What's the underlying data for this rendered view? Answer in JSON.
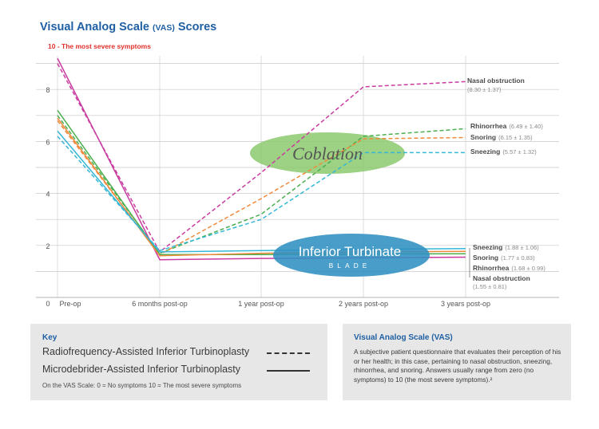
{
  "title_main": "Visual Analog Scale",
  "title_abbr": "(VAS)",
  "title_end": "Scores",
  "subtitle": "10 - The most severe symptoms",
  "colors": {
    "title": "#1f5fa3",
    "subtitle": "#e0302a",
    "nasal_obstruction": "#c93ba0",
    "rhinorrhea": "#4caf50",
    "snoring": "#f08a3c",
    "sneezing": "#36b7d6",
    "coblation_ellipse": "#8cc96d",
    "turbinate_ellipse": "#2f8fc2"
  },
  "chart_data": {
    "type": "line",
    "categories": [
      "Pre-op",
      "6 months post-op",
      "1 year post-op",
      "2 years post-op",
      "3 years post-op"
    ],
    "yticks": [
      "0",
      "2",
      "4",
      "6",
      "8"
    ],
    "ylim": [
      0,
      9.3
    ],
    "grid": true,
    "coblation_label": "Coblation",
    "turbinate_label": "Inferior Turbinate",
    "turbinate_sublabel": "BLADE",
    "series": [
      {
        "key": "nasal_obstruction",
        "method": "coblation",
        "style": "dashed",
        "values": [
          9.0,
          1.75,
          4.8,
          8.1,
          8.3
        ]
      },
      {
        "key": "rhinorrhea",
        "method": "coblation",
        "style": "dashed",
        "values": [
          7.0,
          1.7,
          3.2,
          6.2,
          6.49
        ]
      },
      {
        "key": "snoring",
        "method": "coblation",
        "style": "dashed",
        "values": [
          6.8,
          1.65,
          3.8,
          6.1,
          6.15
        ]
      },
      {
        "key": "sneezing",
        "method": "coblation",
        "style": "dashed",
        "values": [
          6.2,
          1.8,
          3.0,
          5.57,
          5.57
        ]
      },
      {
        "key": "nasal_obstruction",
        "method": "blade",
        "style": "solid",
        "values": [
          9.2,
          1.45,
          1.5,
          1.52,
          1.55
        ]
      },
      {
        "key": "rhinorrhea",
        "method": "blade",
        "style": "solid",
        "values": [
          7.2,
          1.65,
          1.65,
          1.67,
          1.68
        ]
      },
      {
        "key": "snoring",
        "method": "blade",
        "style": "solid",
        "values": [
          6.9,
          1.6,
          1.7,
          1.75,
          1.77
        ]
      },
      {
        "key": "sneezing",
        "method": "blade",
        "style": "solid",
        "values": [
          6.4,
          1.75,
          1.8,
          1.85,
          1.88
        ]
      }
    ],
    "coblation_labels": [
      {
        "name": "Nasal obstruction",
        "stat": "(8.30 ± 1.37)"
      },
      {
        "name": "Rhinorrhea",
        "stat": "(6.49 ± 1.40)"
      },
      {
        "name": "Snoring",
        "stat": "(6.15 ± 1.35)"
      },
      {
        "name": "Sneezing",
        "stat": "(5.57 ± 1.32)"
      }
    ],
    "blade_labels": [
      {
        "name": "Sneezing",
        "stat": "(1.88 ± 1.06)"
      },
      {
        "name": "Snoring",
        "stat": "(1.77 ± 0.83)"
      },
      {
        "name": "Rhinorrhea",
        "stat": "(1.68 ± 0.99)"
      },
      {
        "name": "Nasal obstruction",
        "stat": "(1.55 ± 0.81)"
      }
    ]
  },
  "key": {
    "heading": "Key",
    "line1": "Radiofrequency-Assisted Inferior Turbinoplasty",
    "line2": "Microdebrider-Assisted Inferior Turbinoplasty",
    "scale_note": "On the VAS Scale:   0 = No symptoms    10 = The most severe symptoms"
  },
  "vas_box": {
    "heading": "Visual Analog Scale (VAS)",
    "text": "A subjective patient questionnaire that evaluates their perception of his or her health; in this case, pertaining to nasal obstruction, sneezing, rhinorrhea, and snoring. Answers usually range from zero (no symptoms) to 10 (the most severe symptoms).²"
  }
}
